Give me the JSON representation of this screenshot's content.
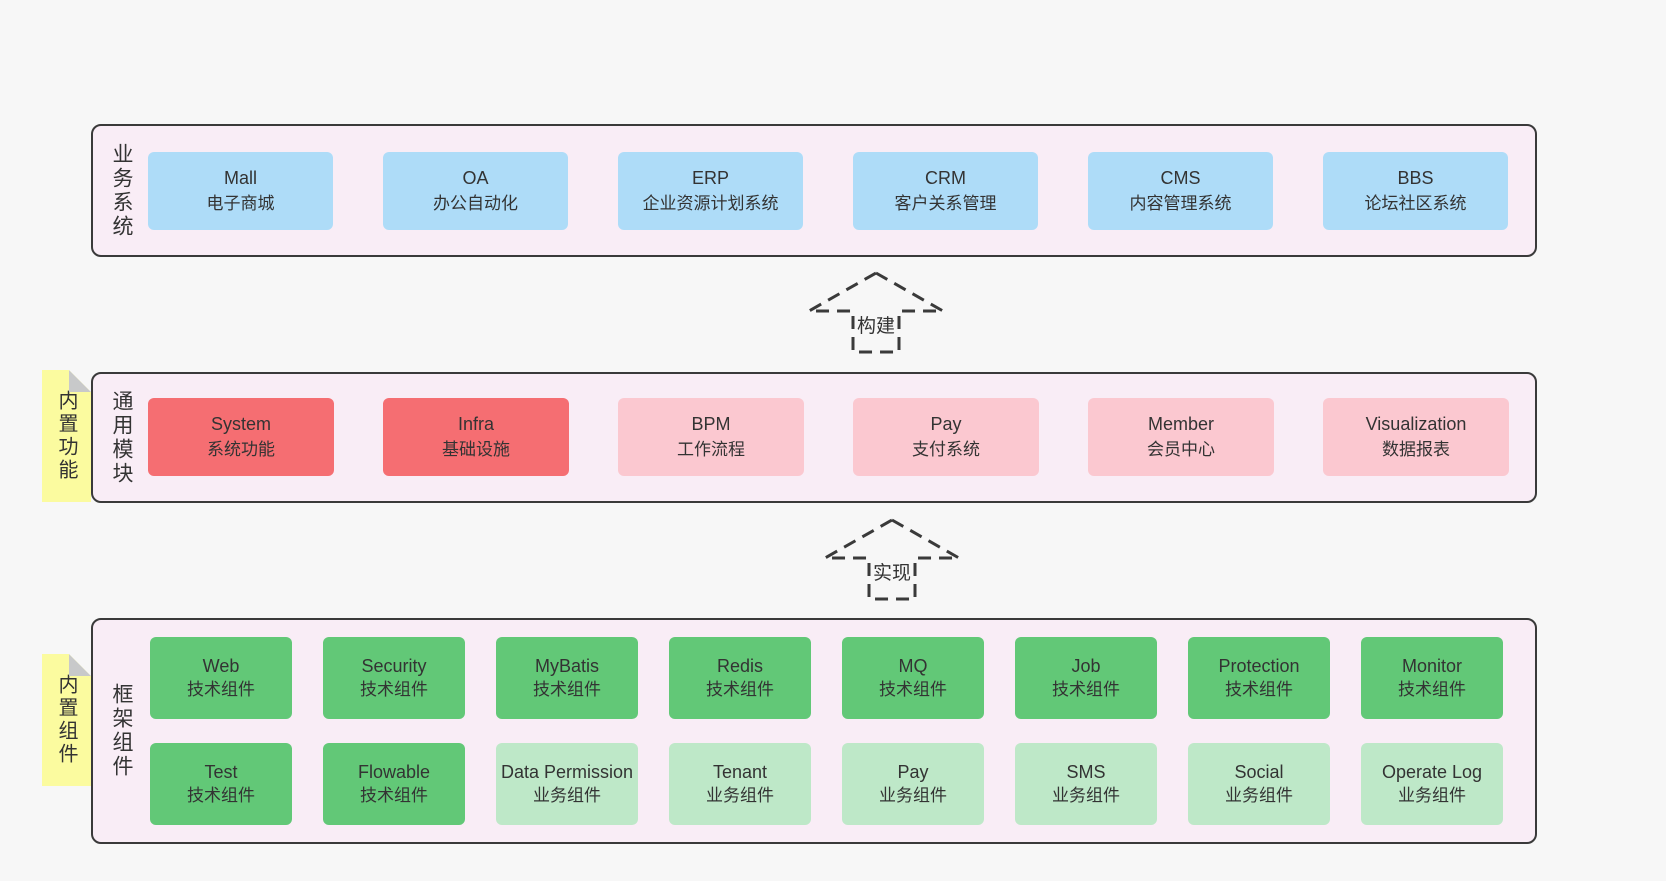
{
  "colors": {
    "page_bg": "#f7f7f7",
    "section_bg": "#f9edf6",
    "section_border": "#3a3a3a",
    "business_box": "#aedcf8",
    "core_module_box": "#f56e72",
    "module_box": "#fbc8d0",
    "tech_component_box": "#62c877",
    "biz_component_box": "#bee8c8",
    "sticky_tab": "#fbfb9f",
    "sticky_fold": "#c8c9ca",
    "text": "#333333"
  },
  "sections": [
    {
      "label": "业务系统",
      "boxes": [
        {
          "en": "Mall",
          "zh": "电子商城",
          "variant": "blue"
        },
        {
          "en": "OA",
          "zh": "办公自动化",
          "variant": "blue"
        },
        {
          "en": "ERP",
          "zh": "企业资源计划系统",
          "variant": "blue"
        },
        {
          "en": "CRM",
          "zh": "客户关系管理",
          "variant": "blue"
        },
        {
          "en": "CMS",
          "zh": "内容管理系统",
          "variant": "blue"
        },
        {
          "en": "BBS",
          "zh": "论坛社区系统",
          "variant": "blue"
        }
      ]
    },
    {
      "label": "通用模块",
      "tab": "内置功能",
      "boxes": [
        {
          "en": "System",
          "zh": "系统功能",
          "variant": "red"
        },
        {
          "en": "Infra",
          "zh": "基础设施",
          "variant": "red"
        },
        {
          "en": "BPM",
          "zh": "工作流程",
          "variant": "pink"
        },
        {
          "en": "Pay",
          "zh": "支付系统",
          "variant": "pink"
        },
        {
          "en": "Member",
          "zh": "会员中心",
          "variant": "pink"
        },
        {
          "en": "Visualization",
          "zh": "数据报表",
          "variant": "pink"
        }
      ]
    },
    {
      "label": "框架组件",
      "tab": "内置组件",
      "rows": [
        [
          {
            "en": "Web",
            "zh": "技术组件",
            "variant": "green"
          },
          {
            "en": "Security",
            "zh": "技术组件",
            "variant": "green"
          },
          {
            "en": "MyBatis",
            "zh": "技术组件",
            "variant": "green"
          },
          {
            "en": "Redis",
            "zh": "技术组件",
            "variant": "green"
          },
          {
            "en": "MQ",
            "zh": "技术组件",
            "variant": "green"
          },
          {
            "en": "Job",
            "zh": "技术组件",
            "variant": "green"
          },
          {
            "en": "Protection",
            "zh": "技术组件",
            "variant": "green"
          },
          {
            "en": "Monitor",
            "zh": "技术组件",
            "variant": "green"
          }
        ],
        [
          {
            "en": "Test",
            "zh": "技术组件",
            "variant": "green"
          },
          {
            "en": "Flowable",
            "zh": "技术组件",
            "variant": "green"
          },
          {
            "en": "Data Permission",
            "zh": "业务组件",
            "variant": "green-light"
          },
          {
            "en": "Tenant",
            "zh": "业务组件",
            "variant": "green-light"
          },
          {
            "en": "Pay",
            "zh": "业务组件",
            "variant": "green-light"
          },
          {
            "en": "SMS",
            "zh": "业务组件",
            "variant": "green-light"
          },
          {
            "en": "Social",
            "zh": "业务组件",
            "variant": "green-light"
          },
          {
            "en": "Operate Log",
            "zh": "业务组件",
            "variant": "green-light"
          }
        ]
      ]
    }
  ],
  "arrows": [
    {
      "label": "构建"
    },
    {
      "label": "实现"
    }
  ]
}
